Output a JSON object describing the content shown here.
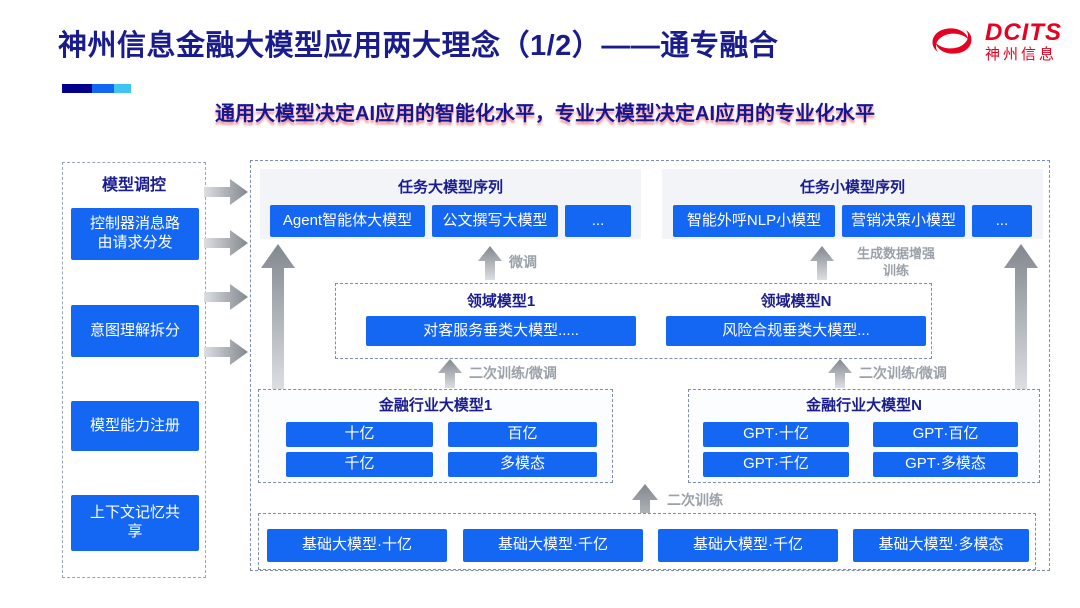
{
  "header": {
    "title": "神州信息金融大模型应用两大理念（1/2）——通专融合",
    "subtitle": "通用大模型决定AI应用的智能化水平，专业大模型决定AI应用的专业化水平",
    "logo": {
      "brand": "DCITS",
      "brand_cn": "神州信息"
    },
    "accent_colors": [
      "#00008b",
      "#1266f1",
      "#3ec6f0"
    ]
  },
  "colors": {
    "box_blue": "#1467f2",
    "navy_text": "#1a1c8c",
    "logo_red": "#e60021",
    "arrow_gray": "#9aa1a9",
    "panel_gray": "#f2f4f7"
  },
  "sidebar": {
    "title": "模型调控",
    "items": [
      {
        "label": "控制器消息路\n由请求分发"
      },
      {
        "label": "意图理解拆分"
      },
      {
        "label": "模型能力注册"
      },
      {
        "label": "上下文记忆共\n享"
      }
    ]
  },
  "diagram": {
    "task_large": {
      "title": "任务大模型序列",
      "items": [
        "Agent智能体大模型",
        "公文撰写大模型",
        "..."
      ]
    },
    "task_small": {
      "title": "任务小模型序列",
      "items": [
        "智能外呼NLP小模型",
        "营销决策小模型",
        "..."
      ]
    },
    "domain": {
      "groups": [
        {
          "title": "领域模型1",
          "box": "对客服务垂类大模型....."
        },
        {
          "title": "领域模型N",
          "box": "风险合规垂类大模型..."
        }
      ]
    },
    "industry": [
      {
        "title": "金融行业大模型1",
        "boxes": [
          "十亿",
          "百亿",
          "千亿",
          "多模态"
        ]
      },
      {
        "title": "金融行业大模型N",
        "boxes": [
          "GPT·十亿",
          "GPT·百亿",
          "GPT·千亿",
          "GPT·多模态"
        ]
      }
    ],
    "foundation": {
      "boxes": [
        "基础大模型·十亿",
        "基础大模型·千亿",
        "基础大模型·千亿",
        "基础大模型·多模态"
      ]
    },
    "labels": {
      "fine_tune": "微调",
      "gen_data": "生成数据增强\n训练",
      "secondary_ft": "二次训练/微调",
      "secondary_train": "二次训练"
    }
  }
}
